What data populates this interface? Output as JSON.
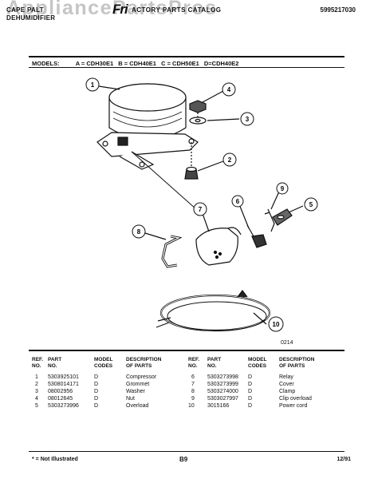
{
  "header": {
    "watermark": "AppliancePartsPros",
    "brand_mark": "Fri",
    "category_line1": "CAPE PALT",
    "category_line2": "DEHUMIDIFIER",
    "catalog_title": "ACTORY PARTS CATALOG",
    "catalog_number": "5995217030"
  },
  "models": {
    "label": "MODELS:",
    "a": "A = CDH30E1",
    "b": "B = CDH40E1",
    "c": "C = CDH50E1",
    "d": "D=CDH40E2"
  },
  "diagram": {
    "callouts": [
      "1",
      "2",
      "3",
      "4",
      "5",
      "6",
      "7",
      "8",
      "9",
      "10"
    ],
    "drawing_code": "0214"
  },
  "parts_table": {
    "headers": {
      "ref_no": [
        "REF.",
        "NO."
      ],
      "part_no": [
        "PART",
        "NO."
      ],
      "model_codes": [
        "MODEL",
        "CODES"
      ],
      "description": [
        "DESCRIPTION",
        "OF PARTS"
      ]
    },
    "left": [
      {
        "ref": "1",
        "part": "5303925101",
        "code": "D",
        "desc": "Compressor"
      },
      {
        "ref": "2",
        "part": "5308014171",
        "code": "D",
        "desc": "Grommet"
      },
      {
        "ref": "3",
        "part": "08002956",
        "code": "D",
        "desc": "Washer"
      },
      {
        "ref": "4",
        "part": "08012645",
        "code": "D",
        "desc": "Nut"
      },
      {
        "ref": "5",
        "part": "5303273996",
        "code": "D",
        "desc": "Overload"
      }
    ],
    "right": [
      {
        "ref": "6",
        "part": "5303273998",
        "code": "D",
        "desc": "Relay"
      },
      {
        "ref": "7",
        "part": "5303273999",
        "code": "D",
        "desc": "Cover"
      },
      {
        "ref": "8",
        "part": "5303274000",
        "code": "D",
        "desc": "Clamp"
      },
      {
        "ref": "9",
        "part": "5303027997",
        "code": "D",
        "desc": "Clip overload"
      },
      {
        "ref": "10",
        "part": "3015166",
        "code": "D",
        "desc": "Power cord"
      }
    ]
  },
  "footer": {
    "note": "* = Not Illustrated",
    "page": "B9",
    "date": "12/91"
  }
}
